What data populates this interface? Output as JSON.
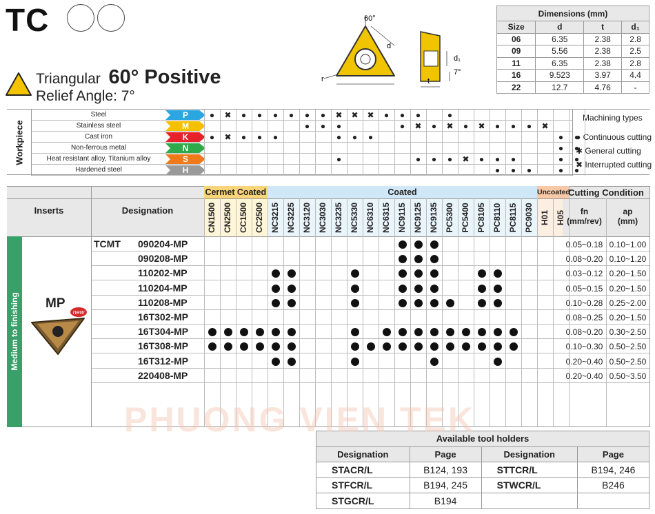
{
  "header": {
    "code": "TC",
    "subtitle_pre": "Triangular",
    "subtitle_bold": "60° Positive",
    "relief": "Relief Angle: 7°"
  },
  "drawing": {
    "angle": "60°",
    "d": "d",
    "r": "r",
    "d1": "d₁",
    "t": "t",
    "relief": "7°"
  },
  "dimensions": {
    "title": "Dimensions (mm)",
    "cols": [
      "Size",
      "d",
      "t",
      "d₁"
    ],
    "rows": [
      [
        "06",
        "6.35",
        "2.38",
        "2.8"
      ],
      [
        "09",
        "5.56",
        "2.38",
        "2.5"
      ],
      [
        "11",
        "6.35",
        "2.38",
        "2.8"
      ],
      [
        "16",
        "9.523",
        "3.97",
        "4.4"
      ],
      [
        "22",
        "12.7",
        "4.76",
        "-"
      ]
    ]
  },
  "workpiece": {
    "label": "Workpiece",
    "rows": [
      {
        "name": "Steel",
        "iso": "P",
        "color": "#2aa6e0",
        "marks": [
          "●",
          "✖",
          "●",
          "●",
          "●",
          "●",
          "●",
          "●",
          "✖",
          "✖",
          "✖",
          "●",
          "●",
          "●",
          "",
          "●",
          "",
          "",
          "",
          "",
          "",
          "",
          "",
          "",
          "",
          ""
        ]
      },
      {
        "name": "Stainless steel",
        "iso": "M",
        "color": "#f5c000",
        "marks": [
          "",
          "",
          "",
          "",
          "",
          "",
          "●",
          "●",
          "●",
          "",
          "",
          "",
          "●",
          "✖",
          "●",
          "✖",
          "●",
          "✖",
          "●",
          "●",
          "●",
          "✖",
          "",
          "",
          "",
          ""
        ]
      },
      {
        "name": "Cast iron",
        "iso": "K",
        "color": "#e8222a",
        "marks": [
          "●",
          "✖",
          "●",
          "●",
          "●",
          "",
          "",
          "",
          "●",
          "●",
          "●",
          "",
          "",
          "",
          "",
          "",
          "",
          "",
          "",
          "",
          "",
          "",
          "●",
          "●",
          "",
          ""
        ]
      },
      {
        "name": "Non-ferrous metal",
        "iso": "N",
        "color": "#2eaa4a",
        "marks": [
          "",
          "",
          "",
          "",
          "",
          "",
          "",
          "",
          "",
          "",
          "",
          "",
          "",
          "",
          "",
          "",
          "",
          "",
          "",
          "",
          "",
          "",
          "●",
          "●",
          "",
          ""
        ]
      },
      {
        "name": "Heat resistant alloy, Titanium alloy",
        "iso": "S",
        "color": "#f07a1a",
        "marks": [
          "",
          "",
          "",
          "",
          "",
          "",
          "",
          "",
          "●",
          "",
          "",
          "",
          "",
          "●",
          "●",
          "●",
          "✖",
          "●",
          "●",
          "●",
          "",
          "",
          "●",
          "●",
          "",
          ""
        ]
      },
      {
        "name": "Hardened steel",
        "iso": "H",
        "color": "#9a9a9a",
        "marks": [
          "",
          "",
          "",
          "",
          "",
          "",
          "",
          "",
          "",
          "",
          "",
          "",
          "",
          "",
          "",
          "",
          "",
          "",
          "●",
          "●",
          "●",
          "",
          "●",
          "●",
          "",
          ""
        ]
      }
    ]
  },
  "legend": {
    "title": "Machining types",
    "continuous": "Continuous cutting",
    "general": "General cutting",
    "interrupted": "Interrupted cutting"
  },
  "main": {
    "inserts": "Inserts",
    "designation": "Designation",
    "cutting_condition": "Cutting Condition",
    "fn": "fn",
    "fn_unit": "(mm/rev)",
    "ap": "ap",
    "ap_unit": "(mm)",
    "groups": [
      {
        "label": "Cermet"
      },
      {
        "label": "Coated"
      },
      {
        "label": "Coated"
      },
      {
        "label": "Uncoated"
      }
    ],
    "grades": [
      "CN1500",
      "CN2500",
      "CC1500",
      "CC2500",
      "NC3215",
      "NC3225",
      "NC3120",
      "NC3030",
      "NC3235",
      "NC5330",
      "NC6310",
      "NC6315",
      "NC9115",
      "NC9125",
      "NC9135",
      "PC5300",
      "PC5400",
      "PC8105",
      "PC8110",
      "PC8115",
      "PC9030",
      "H01",
      "H05"
    ],
    "series": "TCMT",
    "chipbreaker": "MP",
    "new_badge": "new",
    "side_label": "Medium to finishing",
    "rows": [
      {
        "d": "090204-MP",
        "g": [
          12,
          13,
          14
        ],
        "fn": "0.05~0.18",
        "ap": "0.10~1.00"
      },
      {
        "d": "090208-MP",
        "g": [
          12,
          13,
          14
        ],
        "fn": "0.08~0.20",
        "ap": "0.10~1.20"
      },
      {
        "d": "110202-MP",
        "g": [
          4,
          5,
          9,
          12,
          13,
          14,
          17,
          18
        ],
        "fn": "0.03~0.12",
        "ap": "0.20~1.50"
      },
      {
        "d": "110204-MP",
        "g": [
          4,
          5,
          9,
          12,
          13,
          14,
          17,
          18
        ],
        "fn": "0.05~0.15",
        "ap": "0.20~1.50"
      },
      {
        "d": "110208-MP",
        "g": [
          4,
          5,
          9,
          12,
          13,
          14,
          15,
          17,
          18
        ],
        "fn": "0.10~0.28",
        "ap": "0.25~2.00"
      },
      {
        "d": "16T302-MP",
        "g": [],
        "fn": "0.08~0.25",
        "ap": "0.20~1.50"
      },
      {
        "d": "16T304-MP",
        "g": [
          0,
          1,
          2,
          3,
          4,
          5,
          9,
          11,
          12,
          13,
          14,
          15,
          16,
          17,
          18,
          19
        ],
        "fn": "0.08~0.20",
        "ap": "0.30~2.50"
      },
      {
        "d": "16T308-MP",
        "g": [
          0,
          1,
          2,
          3,
          4,
          5,
          9,
          10,
          11,
          12,
          13,
          14,
          15,
          16,
          17,
          18,
          19
        ],
        "fn": "0.10~0.30",
        "ap": "0.50~2.50"
      },
      {
        "d": "16T312-MP",
        "g": [
          4,
          5,
          9,
          14,
          18
        ],
        "fn": "0.20~0.40",
        "ap": "0.50~2.50"
      },
      {
        "d": "220408-MP",
        "g": [],
        "fn": "0.20~0.40",
        "ap": "0.50~3.50"
      }
    ]
  },
  "holders": {
    "title": "Available tool holders",
    "h_desig": "Designation",
    "h_page": "Page",
    "rows": [
      [
        "STACR/L",
        "B124, 193",
        "STTCR/L",
        "B194, 246"
      ],
      [
        "STFCR/L",
        "B194, 245",
        "STWCR/L",
        "B246"
      ],
      [
        "STGCR/L",
        "B194",
        "",
        ""
      ]
    ]
  },
  "watermark": "PHUONG VIEN TEK"
}
